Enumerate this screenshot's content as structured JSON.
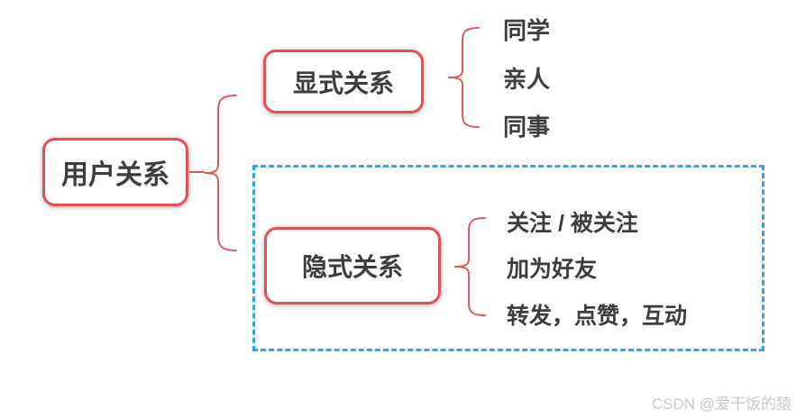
{
  "diagram": {
    "root": {
      "label": "用户关系"
    },
    "branches": [
      {
        "label": "显式关系",
        "highlighted": false,
        "children": [
          {
            "label": "同学"
          },
          {
            "label": "亲人"
          },
          {
            "label": "同事"
          }
        ]
      },
      {
        "label": "隐式关系",
        "highlighted": true,
        "children": [
          {
            "label": "关注 / 被关注"
          },
          {
            "label": "加为好友"
          },
          {
            "label": "转发，点赞，互动"
          }
        ]
      }
    ],
    "colors": {
      "node_border": "#e25050",
      "brace": "#d95c5c",
      "highlight_border": "#2aa7f0",
      "node_text": "#3d3d3d",
      "watermark_text": "#c9c9c9",
      "background": "#ffffff"
    }
  },
  "watermark": {
    "text": "CSDN @爱干饭的猿"
  }
}
